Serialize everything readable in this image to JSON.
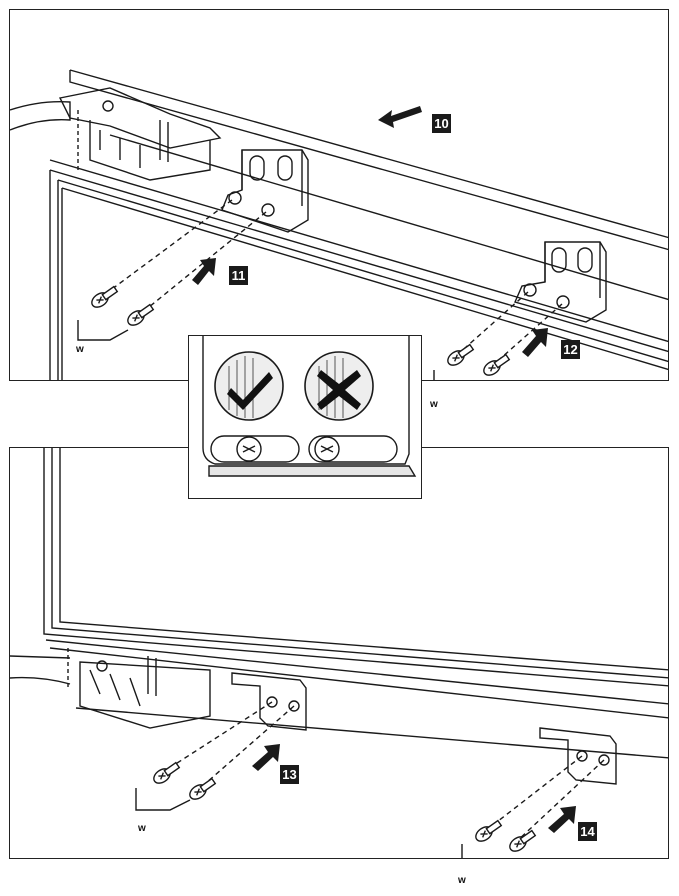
{
  "steps": {
    "s10": "10",
    "s11": "11",
    "s12": "12",
    "s13": "13",
    "s14": "14"
  },
  "screw_label": "w",
  "inset": {
    "correct_icon": "checkmark-icon",
    "incorrect_icon": "cross-icon"
  },
  "colors": {
    "line": "#1a1a1a",
    "shade": "#d9d9d9",
    "dark": "#333333"
  }
}
